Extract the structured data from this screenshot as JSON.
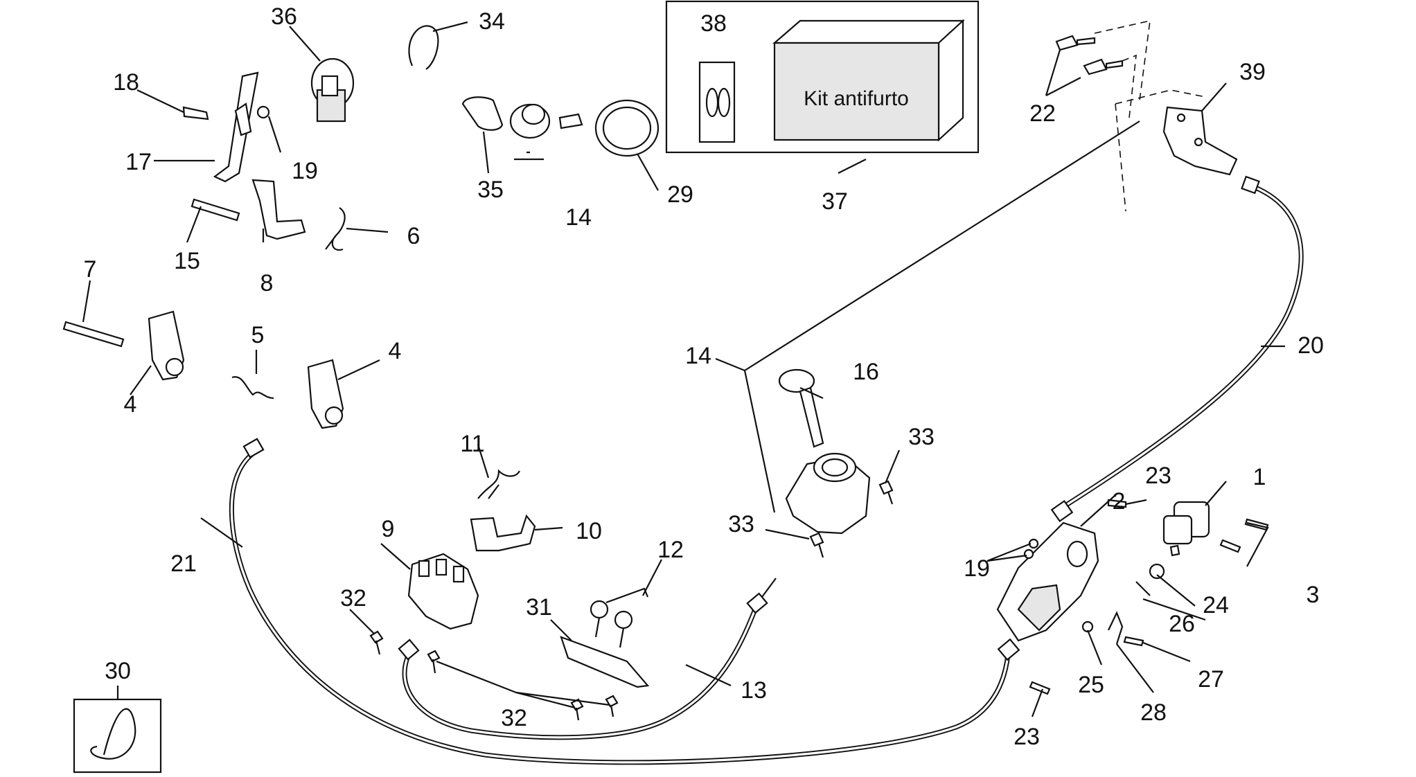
{
  "diagram": {
    "kit_label": "Kit antifurto",
    "callouts": [
      "1",
      "2",
      "3",
      "4",
      "4",
      "5",
      "6",
      "7",
      "8",
      "9",
      "10",
      "11",
      "12",
      "13",
      "14",
      "14",
      "15",
      "16",
      "17",
      "18",
      "19",
      "19",
      "20",
      "21",
      "22",
      "23",
      "23",
      "24",
      "25",
      "26",
      "27",
      "28",
      "29",
      "30",
      "31",
      "32",
      "32",
      "33",
      "33",
      "34",
      "35",
      "36",
      "37",
      "38",
      "39"
    ]
  }
}
